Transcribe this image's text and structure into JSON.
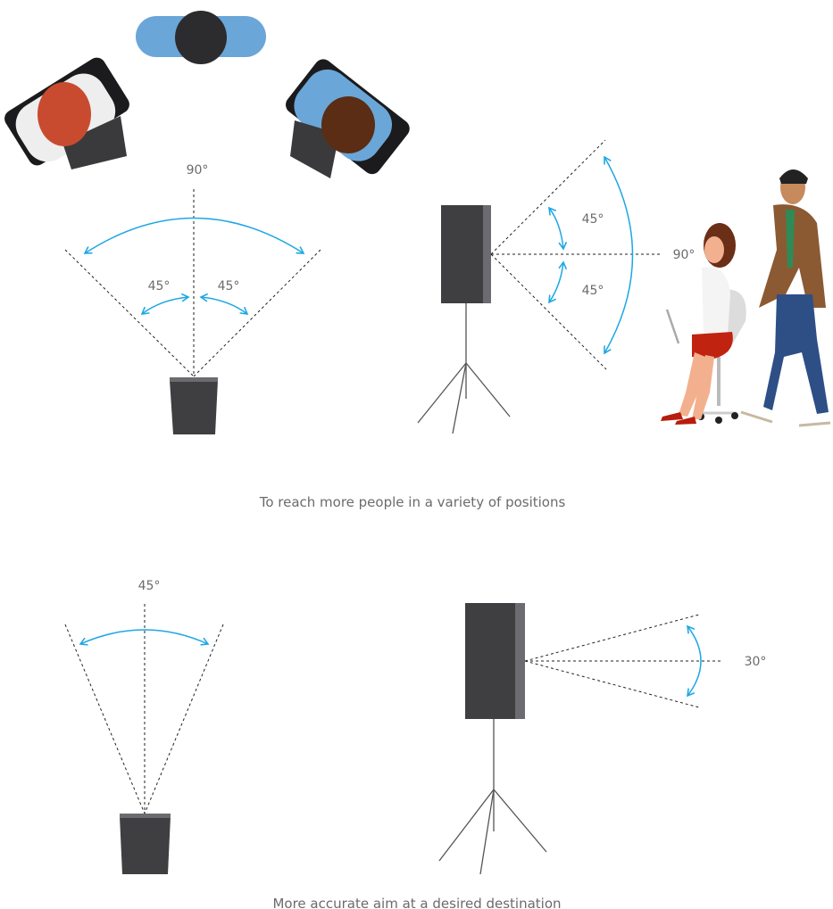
{
  "diagram1": {
    "wide_angle_label": "90°",
    "left_angle_label": "45°",
    "right_angle_label": "45°"
  },
  "diagram2": {
    "wide_angle_label": "90°",
    "upper_angle_label": "45°",
    "lower_angle_label": "45°"
  },
  "caption_top": "To reach more people in a variety of positions",
  "diagram3": {
    "angle_label": "45°"
  },
  "diagram4": {
    "angle_label": "30°"
  },
  "caption_bottom": "More accurate aim at a desired destination",
  "colors": {
    "arc": "#1ea7e4",
    "device": "#3f3f42",
    "device_side": "#6c6c70",
    "text": "#6b6b6b"
  }
}
